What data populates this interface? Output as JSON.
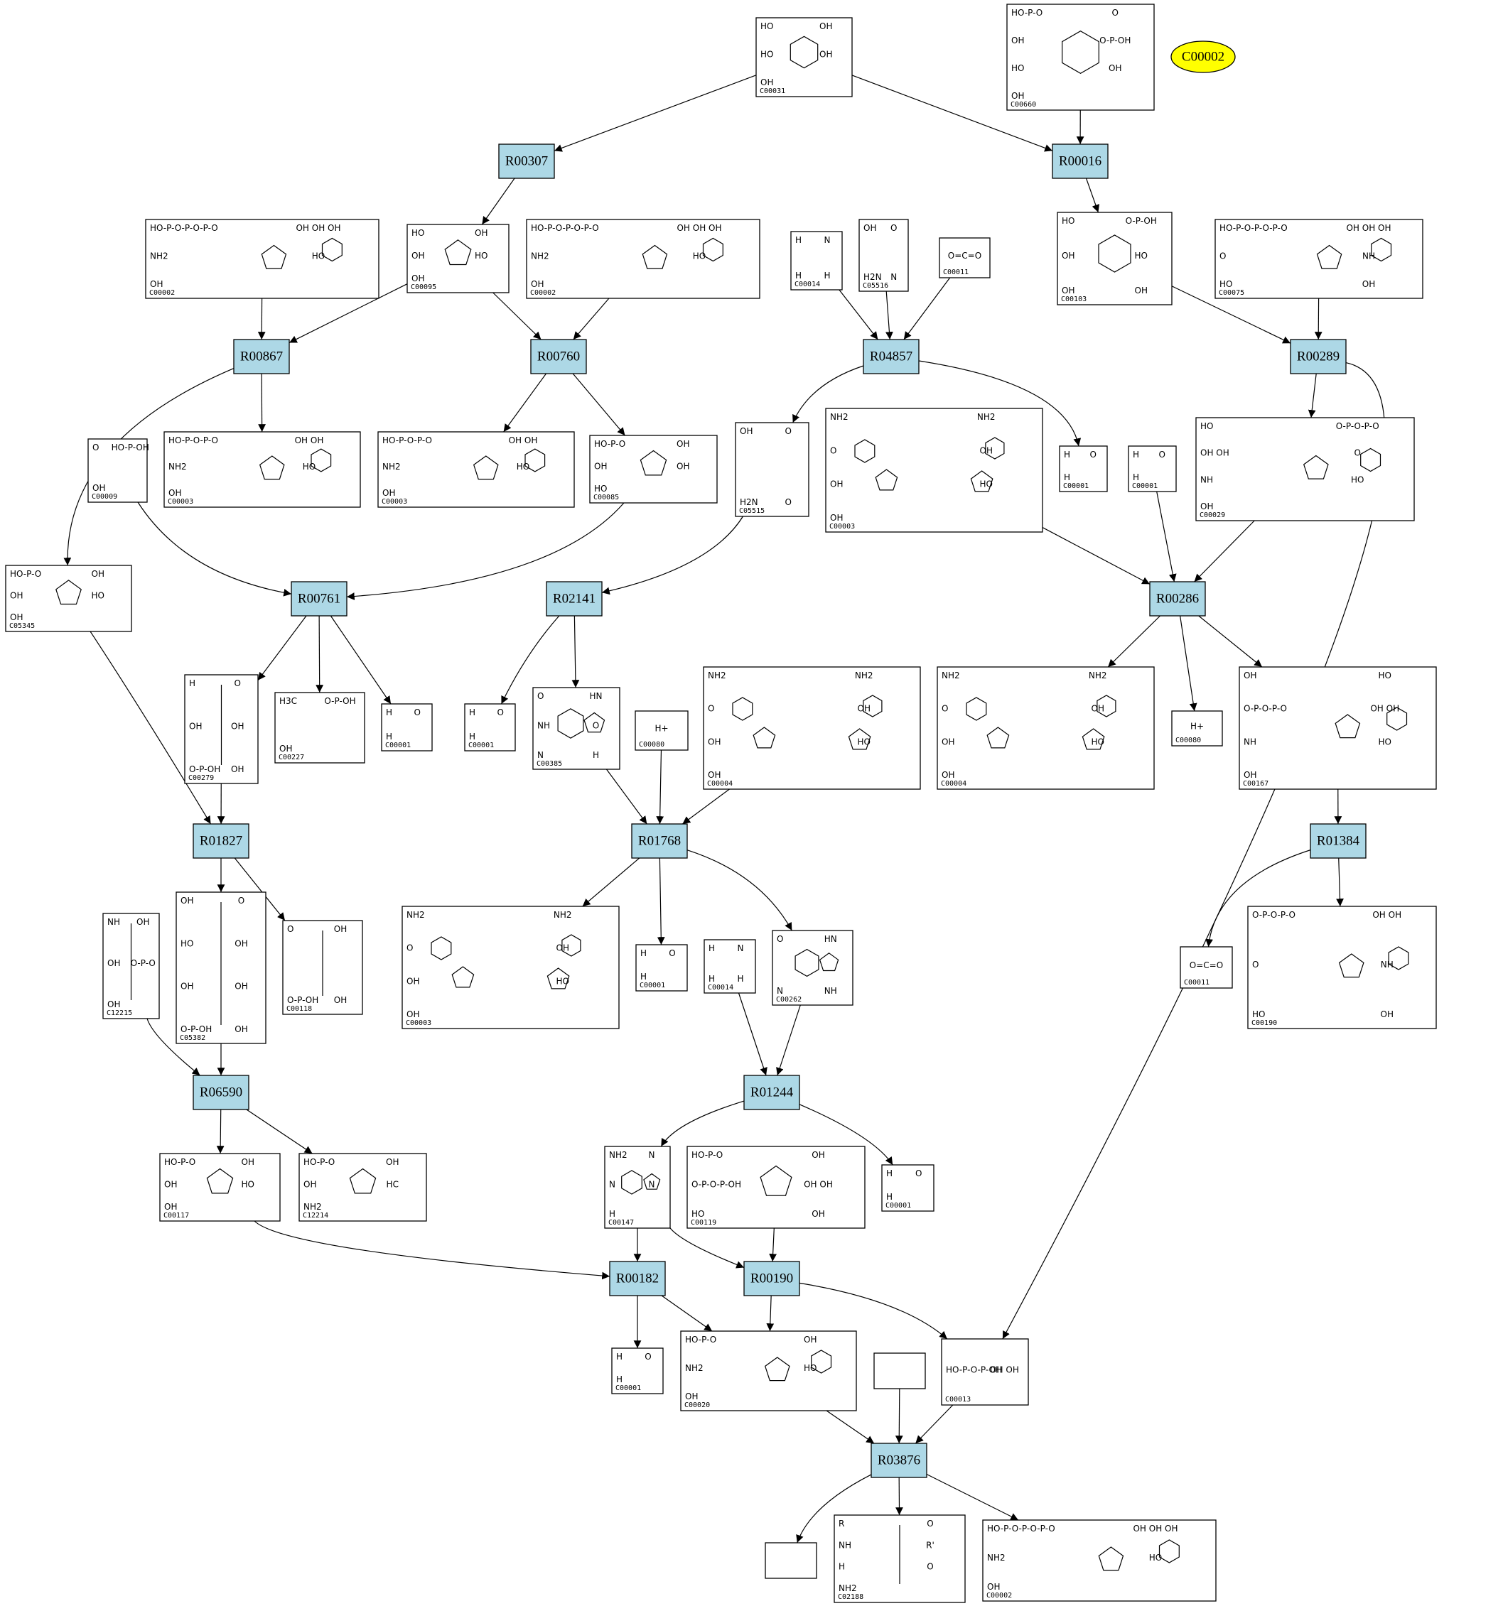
{
  "colors": {
    "reaction_fill": "#add8e6",
    "highlight_fill": "#ffff00",
    "stroke": "#000000",
    "background": "#ffffff"
  },
  "highlight": {
    "label": "C00002"
  },
  "reactions": [
    {
      "key": "R00307",
      "label": "R00307"
    },
    {
      "key": "R00016",
      "label": "R00016"
    },
    {
      "key": "R00867",
      "label": "R00867"
    },
    {
      "key": "R00760",
      "label": "R00760"
    },
    {
      "key": "R04857",
      "label": "R04857"
    },
    {
      "key": "R00289",
      "label": "R00289"
    },
    {
      "key": "R00761",
      "label": "R00761"
    },
    {
      "key": "R02141",
      "label": "R02141"
    },
    {
      "key": "R00286",
      "label": "R00286"
    },
    {
      "key": "R01827",
      "label": "R01827"
    },
    {
      "key": "R01768",
      "label": "R01768"
    },
    {
      "key": "R01384",
      "label": "R01384"
    },
    {
      "key": "R06590",
      "label": "R06590"
    },
    {
      "key": "R01244",
      "label": "R01244"
    },
    {
      "key": "R00182",
      "label": "R00182"
    },
    {
      "key": "R00190",
      "label": "R00190"
    },
    {
      "key": "R03876",
      "label": "R03876"
    }
  ],
  "compounds": [
    {
      "key": "c00031",
      "id": "C00031",
      "s": "hexose",
      "t": [
        "HO",
        "OH",
        "HO",
        "OH",
        "OH"
      ]
    },
    {
      "key": "c00660",
      "id": "C00660",
      "s": "hexose",
      "t": [
        "HO-P-O",
        "O",
        "OH",
        "O-P-OH",
        "HO",
        "OH",
        "OH"
      ]
    },
    {
      "key": "c00002a",
      "id": "C00002",
      "s": "nucleotide",
      "t": [
        "HO-P-O-P-O-P-O",
        "OH OH OH",
        "NH2",
        "HO",
        "OH"
      ]
    },
    {
      "key": "c00095",
      "id": "C00095",
      "s": "furanose",
      "t": [
        "HO",
        "OH",
        "OH",
        "HO",
        "OH"
      ]
    },
    {
      "key": "c00002b",
      "id": "C00002",
      "s": "nucleotide",
      "t": [
        "HO-P-O-P-O-P-O",
        "OH OH OH",
        "NH2",
        "HO",
        "OH"
      ]
    },
    {
      "key": "c00014a",
      "id": "C00014",
      "s": "small",
      "t": [
        "H",
        "N",
        "H",
        "H"
      ]
    },
    {
      "key": "c05516",
      "id": "C05516",
      "s": "small",
      "t": [
        "OH",
        "O",
        "H2N",
        "N"
      ]
    },
    {
      "key": "c00011a",
      "id": "C00011",
      "s": "small",
      "t": [
        "O=C=O"
      ]
    },
    {
      "key": "c00103",
      "id": "C00103",
      "s": "hexose",
      "t": [
        "HO",
        "O-P-OH",
        "OH",
        "HO",
        "OH",
        "OH"
      ]
    },
    {
      "key": "c00075",
      "id": "C00075",
      "s": "nucleotide",
      "t": [
        "HO-P-O-P-O-P-O",
        "OH OH OH",
        "O",
        "NH",
        "HO",
        "OH"
      ]
    },
    {
      "key": "c00003a",
      "id": "C00003",
      "s": "nucleotide",
      "t": [
        "HO-P-O-P-O",
        "OH OH",
        "NH2",
        "HO",
        "OH"
      ]
    },
    {
      "key": "c00003b",
      "id": "C00003",
      "s": "nucleotide",
      "t": [
        "HO-P-O-P-O",
        "OH OH",
        "NH2",
        "HO",
        "OH"
      ]
    },
    {
      "key": "c00085",
      "id": "C00085",
      "s": "furanose",
      "t": [
        "HO-P-O",
        "OH",
        "OH",
        "OH",
        "HO"
      ]
    },
    {
      "key": "c00009",
      "id": "C00009",
      "s": "small",
      "t": [
        "O",
        "HO-P-OH",
        "OH"
      ]
    },
    {
      "key": "c05515",
      "id": "C05515",
      "s": "small",
      "t": [
        "OH",
        "O",
        "H2N",
        "O"
      ]
    },
    {
      "key": "c00003c",
      "id": "C00003",
      "s": "dinucleotide",
      "t": [
        "NH2",
        "NH2",
        "O",
        "OH",
        "OH",
        "HO",
        "OH"
      ]
    },
    {
      "key": "c00001a",
      "id": "C00001",
      "s": "small",
      "t": [
        "H",
        "O",
        "H"
      ]
    },
    {
      "key": "c00001b",
      "id": "C00001",
      "s": "small",
      "t": [
        "H",
        "O",
        "H"
      ]
    },
    {
      "key": "c00029",
      "id": "C00029",
      "s": "nucleotide",
      "t": [
        "HO",
        "O-P-O-P-O",
        "OH OH",
        "O",
        "NH",
        "HO",
        "OH"
      ]
    },
    {
      "key": "c05345",
      "id": "C05345",
      "s": "furanose",
      "t": [
        "HO-P-O",
        "OH",
        "OH",
        "HO",
        "OH"
      ]
    },
    {
      "key": "c00279",
      "id": "C00279",
      "s": "chain",
      "t": [
        "H",
        "O",
        "OH",
        "OH",
        "O-P-OH",
        "OH"
      ]
    },
    {
      "key": "c00227",
      "id": "C00227",
      "s": "small",
      "t": [
        "H3C",
        "O-P-OH",
        "OH"
      ]
    },
    {
      "key": "c00001c",
      "id": "C00001",
      "s": "small",
      "t": [
        "H",
        "O",
        "H"
      ]
    },
    {
      "key": "c00001d",
      "id": "C00001",
      "s": "small",
      "t": [
        "H",
        "O",
        "H"
      ]
    },
    {
      "key": "c00385",
      "id": "C00385",
      "s": "purine",
      "t": [
        "O",
        "HN",
        "NH",
        "O",
        "N",
        "H"
      ]
    },
    {
      "key": "c00080a",
      "id": "C00080",
      "s": "small",
      "t": [
        "H+"
      ]
    },
    {
      "key": "c00004a",
      "id": "C00004",
      "s": "dinucleotide",
      "t": [
        "NH2",
        "NH2",
        "O",
        "OH",
        "OH",
        "HO",
        "OH"
      ]
    },
    {
      "key": "c00004b",
      "id": "C00004",
      "s": "dinucleotide",
      "t": [
        "NH2",
        "NH2",
        "O",
        "OH",
        "OH",
        "HO",
        "OH"
      ]
    },
    {
      "key": "c00080b",
      "id": "C00080",
      "s": "small",
      "t": [
        "H+"
      ]
    },
    {
      "key": "c00167",
      "id": "C00167",
      "s": "nucleotide",
      "t": [
        "OH",
        "HO",
        "O-P-O-P-O",
        "OH OH",
        "NH",
        "HO",
        "OH"
      ]
    },
    {
      "key": "c12215",
      "id": "C12215",
      "s": "chain",
      "t": [
        "NH",
        "OH",
        "OH",
        "O-P-O",
        "OH"
      ]
    },
    {
      "key": "c05382",
      "id": "C05382",
      "s": "chain",
      "t": [
        "OH",
        "O",
        "HO",
        "OH",
        "OH",
        "OH",
        "O-P-OH",
        "OH"
      ]
    },
    {
      "key": "c00118",
      "id": "C00118",
      "s": "chain",
      "t": [
        "O",
        "OH",
        "O-P-OH",
        "OH"
      ]
    },
    {
      "key": "c00003d",
      "id": "C00003",
      "s": "dinucleotide",
      "t": [
        "NH2",
        "NH2",
        "O",
        "OH",
        "OH",
        "HO",
        "OH"
      ]
    },
    {
      "key": "c00001e",
      "id": "C00001",
      "s": "small",
      "t": [
        "H",
        "O",
        "H"
      ]
    },
    {
      "key": "c00014b",
      "id": "C00014",
      "s": "small",
      "t": [
        "H",
        "N",
        "H",
        "H"
      ]
    },
    {
      "key": "c00262",
      "id": "C00262",
      "s": "purine",
      "t": [
        "O",
        "HN",
        "N",
        "NH"
      ]
    },
    {
      "key": "c00011b",
      "id": "C00011",
      "s": "small",
      "t": [
        "O=C=O"
      ]
    },
    {
      "key": "c00190",
      "id": "C00190",
      "s": "nucleotide",
      "t": [
        "O-P-O-P-O",
        "OH OH",
        "O",
        "NH",
        "HO",
        "OH"
      ]
    },
    {
      "key": "c00117",
      "id": "C00117",
      "s": "furanose",
      "t": [
        "HO-P-O",
        "OH",
        "OH",
        "HO",
        "OH"
      ]
    },
    {
      "key": "c12214",
      "id": "C12214",
      "s": "furanose",
      "t": [
        "HO-P-O",
        "OH",
        "OH",
        "HC",
        "NH2"
      ]
    },
    {
      "key": "c00147",
      "id": "C00147",
      "s": "purine",
      "t": [
        "NH2",
        "N",
        "N",
        "N",
        "H"
      ]
    },
    {
      "key": "c00119",
      "id": "C00119",
      "s": "furanose",
      "t": [
        "HO-P-O",
        "OH",
        "O-P-O-P-OH",
        "OH OH",
        "HO",
        "OH"
      ]
    },
    {
      "key": "c00001f",
      "id": "C00001",
      "s": "small",
      "t": [
        "H",
        "O",
        "H"
      ]
    },
    {
      "key": "c00001g",
      "id": "C00001",
      "s": "small",
      "t": [
        "H",
        "O",
        "H"
      ]
    },
    {
      "key": "c00020",
      "id": "C00020",
      "s": "nucleotide",
      "t": [
        "HO-P-O",
        "OH",
        "NH2",
        "HO",
        "OH"
      ]
    },
    {
      "key": "c00013",
      "id": "C00013",
      "s": "small",
      "t": [
        "HO-P-O-P-OH",
        "OH OH"
      ]
    },
    {
      "key": "blank1",
      "id": "",
      "s": "none",
      "t": []
    },
    {
      "key": "blank2",
      "id": "",
      "s": "none",
      "t": []
    },
    {
      "key": "c02188",
      "id": "C02188",
      "s": "chain",
      "t": [
        "R",
        "O",
        "NH",
        "R'",
        "H",
        "O",
        "NH2"
      ]
    },
    {
      "key": "c00002c",
      "id": "C00002",
      "s": "nucleotide",
      "t": [
        "HO-P-O-P-O-P-O",
        "OH OH OH",
        "NH2",
        "HO",
        "OH"
      ]
    }
  ]
}
